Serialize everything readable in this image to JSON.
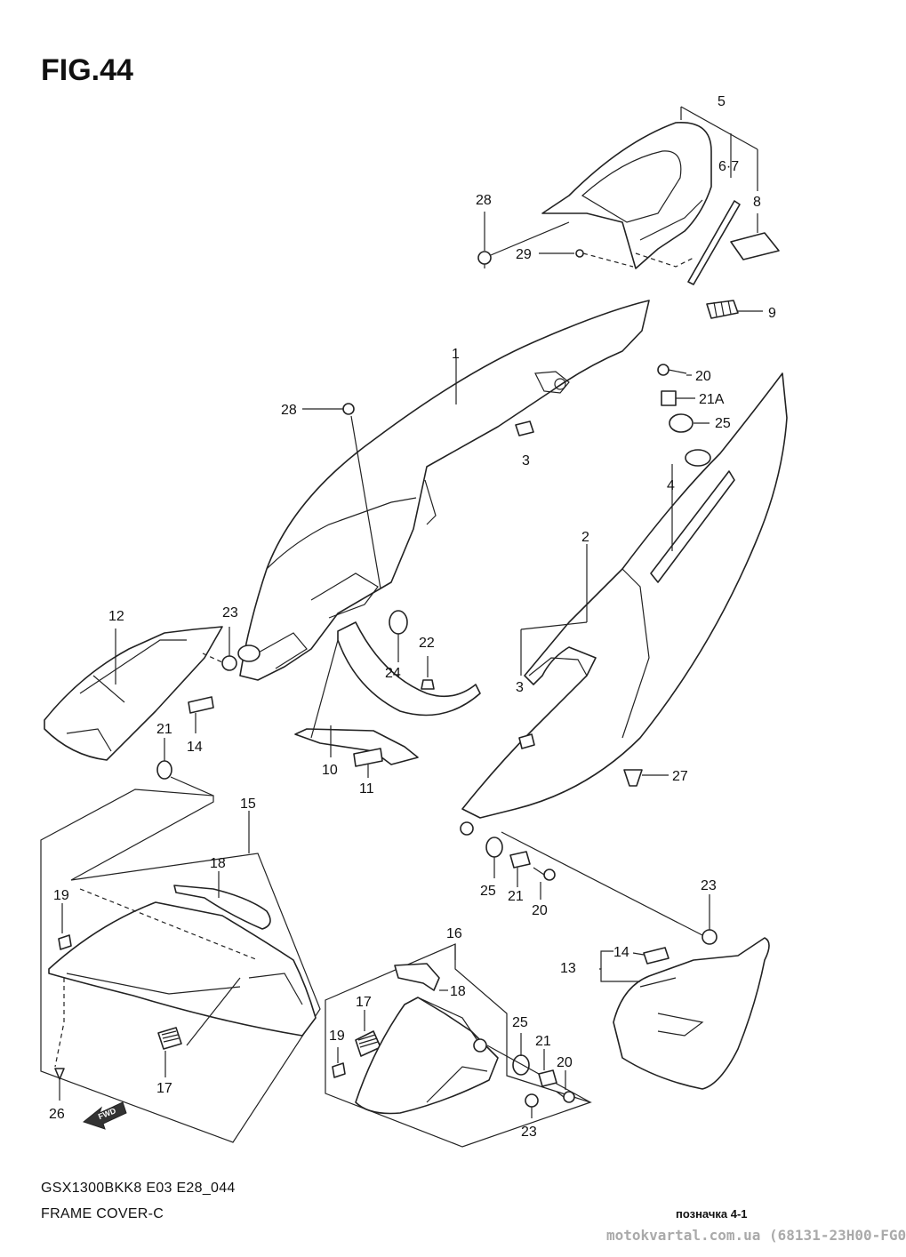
{
  "figure": {
    "title": "FIG.44"
  },
  "callouts": {
    "c1": "1",
    "c2": "2",
    "c3a": "3",
    "c3b": "3",
    "c4": "4",
    "c5": "5",
    "c67": "6·7",
    "c8": "8",
    "c9": "9",
    "c10": "10",
    "c11": "11",
    "c12": "12",
    "c13": "13",
    "c14a": "14",
    "c14b": "14",
    "c15": "15",
    "c16": "16",
    "c17a": "17",
    "c17b": "17",
    "c18a": "18",
    "c18b": "18",
    "c19a": "19",
    "c19b": "19",
    "c20a": "20",
    "c20b": "20",
    "c20c": "20",
    "c21a": "21",
    "c21b": "21",
    "c21c": "21",
    "c21A": "21A",
    "c22": "22",
    "c23a": "23",
    "c23b": "23",
    "c23c": "23",
    "c24": "24",
    "c25a": "25",
    "c25b": "25",
    "c25c": "25",
    "c26": "26",
    "c27": "27",
    "c28a": "28",
    "c28b": "28",
    "c29": "29"
  },
  "fwd_label": "FWD",
  "footer": {
    "model": "GSX1300BKK8 E03 E28_044",
    "name": "FRAME COVER-C",
    "ref": "позначка 4-1",
    "watermark": "motokvartal.com.ua (68131-23H00-FG0"
  }
}
